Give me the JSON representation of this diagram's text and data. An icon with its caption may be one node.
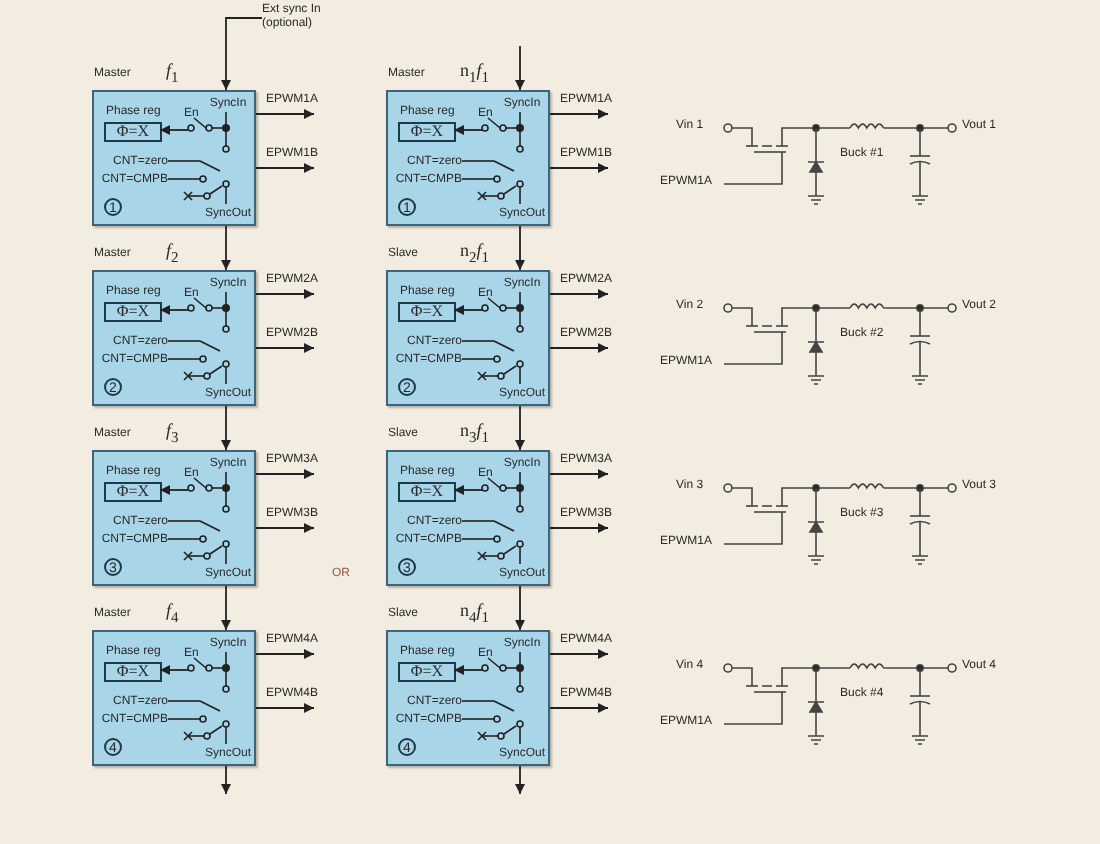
{
  "diagram": {
    "nodes": [
      {
        "text": [
          "Ext sync In (optional)"
        ]
      },
      {
        "text": [
          "Master",
          "*f*$_{1}$",
          "SyncIn",
          "En",
          "CNT=zero",
          "CNT=CMPB",
          "1",
          "SyncOut"
        ]
      },
      {
        "text": [
          "Phase reg",
          "Φ=X"
        ],
        "in": 1
      },
      {
        "text": [
          "Master",
          "n$_{1}$*f*$_{1}$",
          "SyncIn",
          "En",
          "CNT=zero",
          "CNT=CMPB",
          "1",
          "SyncOut"
        ]
      },
      {
        "text": [
          "Phase reg",
          "Φ=X"
        ],
        "in": 3
      },
      {
        "text": [
          "Master",
          "*f*$_{2}$",
          "SyncIn",
          "En",
          "CNT=zero",
          "CNT=CMPB",
          "2",
          "SyncOut"
        ]
      },
      {
        "text": [
          "Phase reg",
          "Φ=X"
        ],
        "in": 5
      },
      {
        "text": [
          "Slave",
          "n$_{2}$*f*$_{1}$",
          "SyncIn",
          "En",
          "CNT=zero",
          "CNT=CMPB",
          "2",
          "SyncOut"
        ]
      },
      {
        "text": [
          "Phase reg",
          "Φ=X"
        ],
        "in": 7
      },
      {
        "text": [
          "Master",
          "*f*$_{3}$",
          "SyncIn",
          "En",
          "CNT=zero",
          "CNT=CMPB",
          "3",
          "SyncOut"
        ]
      },
      {
        "text": [
          "Phase reg",
          "Φ=X"
        ],
        "in": 9
      },
      {
        "text": [
          "Slave",
          "n$_{3}$*f*$_{1}$",
          "SyncIn",
          "En",
          "CNT=zero",
          "CNT=CMPB",
          "3",
          "SyncOut"
        ]
      },
      {
        "text": [
          "Phase reg",
          "Φ=X"
        ],
        "in": 11
      },
      {
        "text": [
          "Master",
          "*f*$_{4}$",
          "SyncIn",
          "En",
          "CNT=zero",
          "CNT=CMPB",
          "4",
          "SyncOut"
        ]
      },
      {
        "text": [
          "Phase reg",
          "Φ=X"
        ],
        "in": 13
      },
      {
        "text": [
          "Slave",
          "n$_{4}$*f*$_{1}$",
          "SyncIn",
          "En",
          "CNT=zero",
          "CNT=CMPB",
          "4",
          "SyncOut"
        ]
      },
      {
        "text": [
          "Phase reg",
          "Φ=X"
        ],
        "in": 15
      }
    ],
    "edges": [
      {
        "from": 0,
        "to": 1,
        "arrow": "to"
      },
      {
        "from": null,
        "to": 3,
        "arrow": "to"
      },
      {
        "from": 1,
        "to": 5,
        "arrow": "to"
      },
      {
        "from": 5,
        "to": 9,
        "arrow": "to"
      },
      {
        "from": 9,
        "to": 13,
        "arrow": "to"
      },
      {
        "from": 13,
        "to": null,
        "arrow": "to"
      },
      {
        "from": 3,
        "to": 7,
        "arrow": "to"
      },
      {
        "from": 7,
        "to": 11,
        "arrow": "to"
      },
      {
        "from": 11,
        "to": 15,
        "arrow": "to"
      },
      {
        "from": 15,
        "to": null,
        "arrow": "to"
      },
      {
        "from": 1,
        "to": null,
        "arrow": "to",
        "label": "EPWM1A"
      },
      {
        "from": 1,
        "to": null,
        "arrow": "to",
        "label": "EPWM1B"
      },
      {
        "from": 3,
        "to": null,
        "arrow": "to",
        "label": "EPWM1A"
      },
      {
        "from": 3,
        "to": null,
        "arrow": "to",
        "label": "EPWM1B"
      },
      {
        "from": 5,
        "to": null,
        "arrow": "to",
        "label": "EPWM2A"
      },
      {
        "from": 5,
        "to": null,
        "arrow": "to",
        "label": "EPWM2B"
      },
      {
        "from": 7,
        "to": null,
        "arrow": "to",
        "label": "EPWM2A"
      },
      {
        "from": 7,
        "to": null,
        "arrow": "to",
        "label": "EPWM2B"
      },
      {
        "from": 9,
        "to": null,
        "arrow": "to",
        "label": "EPWM3A"
      },
      {
        "from": 9,
        "to": null,
        "arrow": "to",
        "label": "EPWM3B"
      },
      {
        "from": 11,
        "to": null,
        "arrow": "to",
        "label": "EPWM3A"
      },
      {
        "from": 11,
        "to": null,
        "arrow": "to",
        "label": "EPWM3B"
      },
      {
        "from": 13,
        "to": null,
        "arrow": "to",
        "label": "EPWM4A"
      },
      {
        "from": 13,
        "to": null,
        "arrow": "to",
        "label": "EPWM4B"
      },
      {
        "from": 15,
        "to": null,
        "arrow": "to",
        "label": "EPWM4A"
      },
      {
        "from": 15,
        "to": null,
        "arrow": "to",
        "label": "EPWM4B"
      },
      {
        "from": null,
        "to": 2,
        "arrow": "to"
      },
      {
        "from": null,
        "to": 4,
        "arrow": "to"
      },
      {
        "from": null,
        "to": 6,
        "arrow": "to"
      },
      {
        "from": null,
        "to": 8,
        "arrow": "to"
      },
      {
        "from": null,
        "to": 10,
        "arrow": "to"
      },
      {
        "from": null,
        "to": 12,
        "arrow": "to"
      },
      {
        "from": null,
        "to": 14,
        "arrow": "to"
      },
      {
        "from": null,
        "to": 16,
        "arrow": "to"
      }
    ],
    "labels": [
      "Vin 1",
      "Vout 1",
      "EPWM1A",
      "Buck #1",
      "Vin 2",
      "Vout 2",
      "EPWM1A",
      "Buck #2",
      "OR",
      "Vin 3",
      "Vout 3",
      "EPWM1A",
      "Buck #3",
      "Vin 4",
      "Vout 4",
      "EPWM1A",
      "Buck #4"
    ]
  }
}
